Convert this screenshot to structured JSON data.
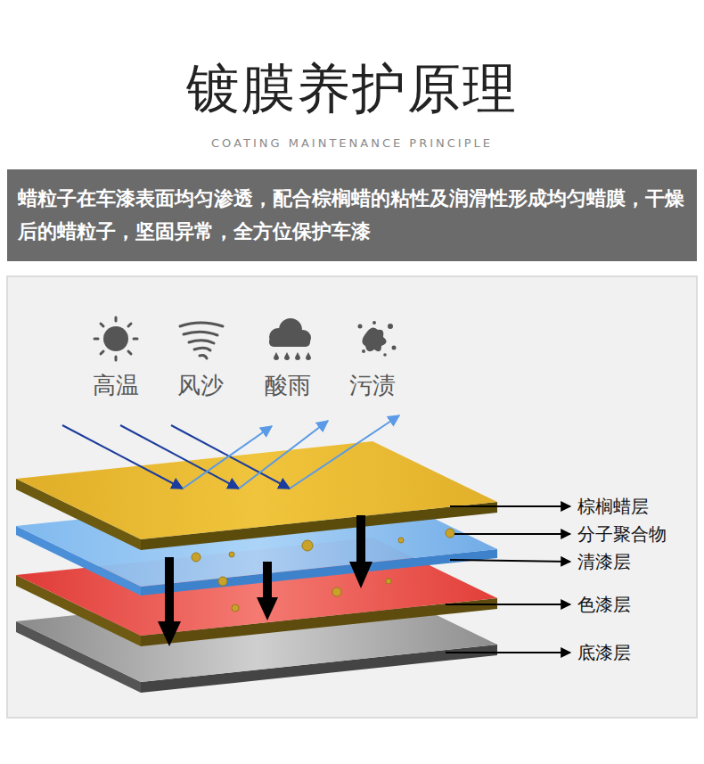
{
  "diagram": {
    "title": "镀膜养护原理",
    "nodes": [
      {
        "text": [
          "蜡粒子在车漆表面均匀渗透，配合棕榈蜡的粘性及润滑性形成均匀蜡膜，干燥后的蜡粒子，坚固异常，全方位保护车漆"
        ]
      }
    ],
    "labels": [
      "COATING MAINTENANCE PRINCIPLE",
      "高温",
      "风沙",
      "酸雨",
      "污渍",
      "棕榈蜡层",
      "分子聚合物",
      "清漆层",
      "色漆层",
      "底漆层"
    ]
  }
}
